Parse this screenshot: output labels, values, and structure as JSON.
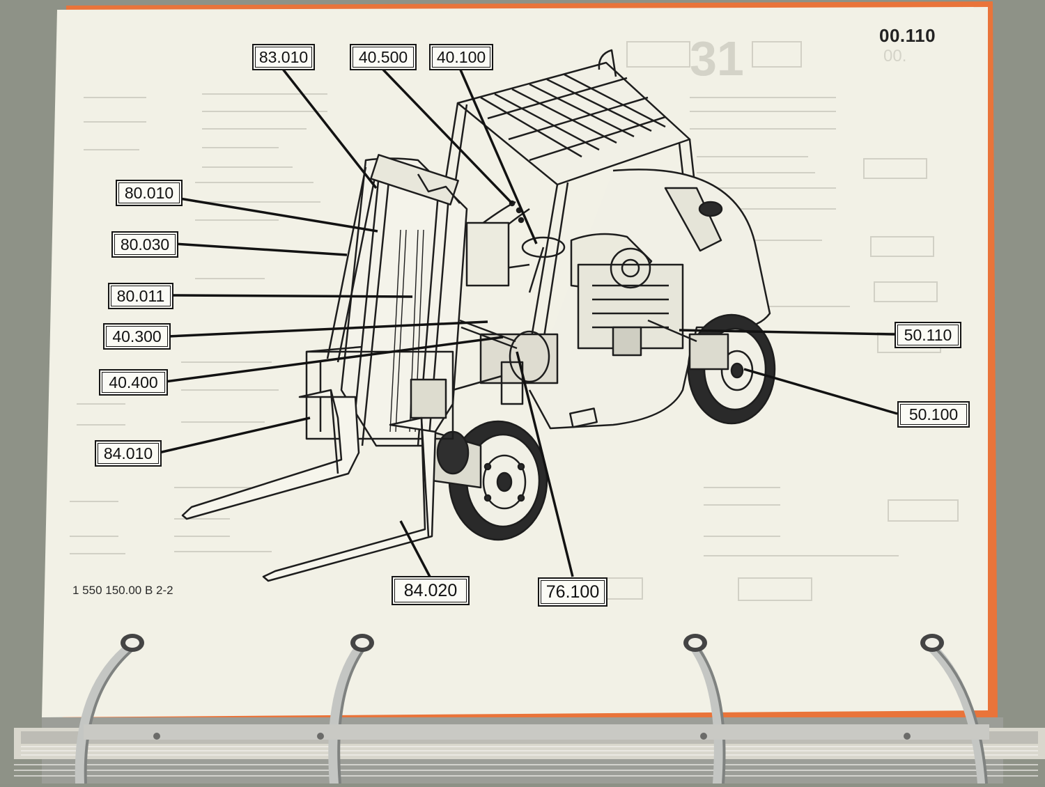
{
  "page": {
    "number": "00.110",
    "footer_code": "1 550 150.00  B 2-2"
  },
  "callouts": [
    {
      "id": "c-83010",
      "label": "83.010"
    },
    {
      "id": "c-40500",
      "label": "40.500"
    },
    {
      "id": "c-40100",
      "label": "40.100"
    },
    {
      "id": "c-80010",
      "label": "80.010"
    },
    {
      "id": "c-80030",
      "label": "80.030"
    },
    {
      "id": "c-80011",
      "label": "80.011"
    },
    {
      "id": "c-40300",
      "label": "40.300"
    },
    {
      "id": "c-40400",
      "label": "40.400"
    },
    {
      "id": "c-84010",
      "label": "84.010"
    },
    {
      "id": "c-84020",
      "label": "84.020"
    },
    {
      "id": "c-76100",
      "label": "76.100"
    },
    {
      "id": "c-50110",
      "label": "50.110"
    },
    {
      "id": "c-50100",
      "label": "50.100"
    }
  ],
  "colors": {
    "paper": "#f2f1e6",
    "ink": "#151515",
    "binder": "#8d9186",
    "page_edge": "#e9743a",
    "ring_metal": "#b9bbb8"
  }
}
